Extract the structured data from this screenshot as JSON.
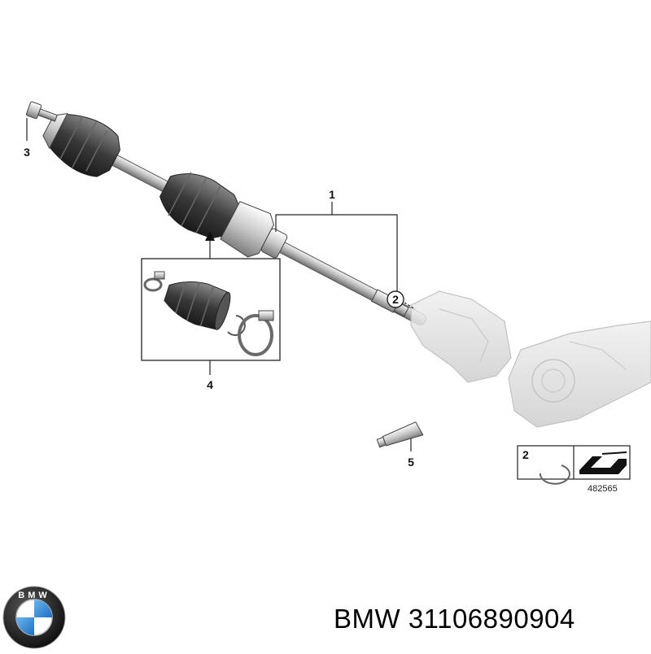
{
  "diagram": {
    "callouts": {
      "c1": "1",
      "c2": "2",
      "c3": "3",
      "c4": "4",
      "c5": "5"
    },
    "legend": {
      "label": "2",
      "code": "482565"
    }
  },
  "footer": {
    "brand": "BMW",
    "part_number": "31106890904",
    "logo_text": "BMW"
  }
}
